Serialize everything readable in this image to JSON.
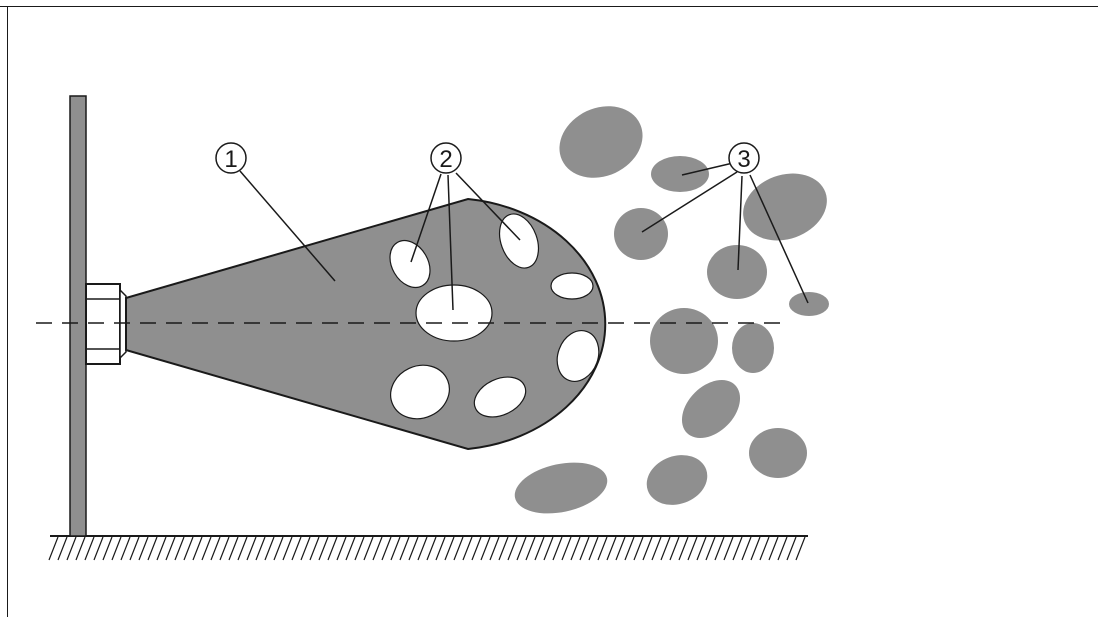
{
  "callouts": [
    {
      "id": "callout-1",
      "label": "1"
    },
    {
      "id": "callout-2",
      "label": "2"
    },
    {
      "id": "callout-3",
      "label": "3"
    }
  ],
  "colors": {
    "fill_gray": "#8f8f8f",
    "line_black": "#1a1a1a",
    "background": "#ffffff"
  }
}
